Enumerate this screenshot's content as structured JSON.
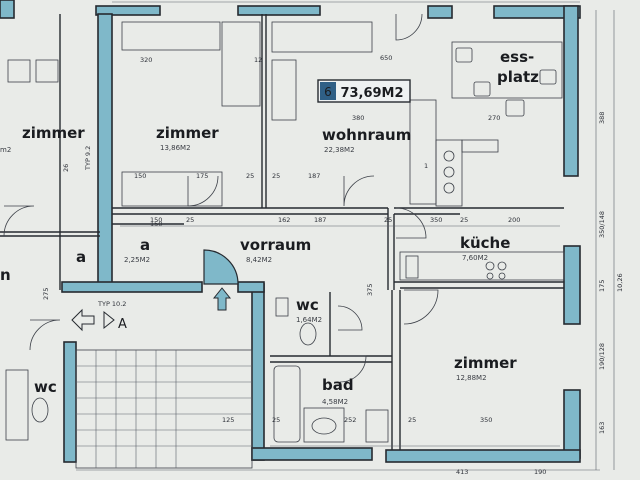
{
  "rooms": {
    "left_zimmer": {
      "label": "zimmer",
      "area": "m2"
    },
    "zimmer_top": {
      "label": "zimmer",
      "area": "13,86M2"
    },
    "wohnraum": {
      "label": "wohnraum",
      "area": "22,38M2"
    },
    "essplatz": {
      "label_line1": "ess-",
      "label_line2": "platz"
    },
    "vorraum": {
      "label": "vorraum",
      "area": "8,42M2"
    },
    "a_small": {
      "label": "a",
      "area": "2,25M2"
    },
    "a_left": {
      "label": "a"
    },
    "kueche": {
      "label": "küche",
      "area": "7,60M2"
    },
    "wc_center": {
      "label": "wc",
      "area": "1,64M2"
    },
    "wc_left": {
      "label": "wc"
    },
    "bad": {
      "label": "bad",
      "area": "4,58M2"
    },
    "zimmer_bottom": {
      "label": "zimmer",
      "area": "12,88M2"
    },
    "fragment_n": {
      "label": "n"
    }
  },
  "apartment_tag": {
    "number": "6",
    "area": "73,69M2"
  },
  "markers": {
    "typ_top": "TYP 9.2",
    "typ_stair": "TYP 10.2",
    "section": "A"
  },
  "dimensions": {
    "top": [
      "320",
      "650",
      "12",
      "380",
      "270"
    ],
    "inner": [
      "150",
      "175",
      "25",
      "187",
      "25",
      "162",
      "1",
      "150"
    ],
    "mid": [
      "150",
      "25",
      "187",
      "25",
      "25",
      "350",
      "200"
    ],
    "lower": [
      "375",
      "125",
      "25",
      "252",
      "25",
      "350",
      "413",
      "190"
    ],
    "right": [
      "388",
      "350/148",
      "175",
      "10,26",
      "190/128",
      "163"
    ],
    "left": [
      "26",
      "275"
    ]
  },
  "colors": {
    "paper": "#e9ebe8",
    "wall_fill": "#7fb8c9",
    "line": "#262a30",
    "tag_fill": "#2f5f86"
  }
}
